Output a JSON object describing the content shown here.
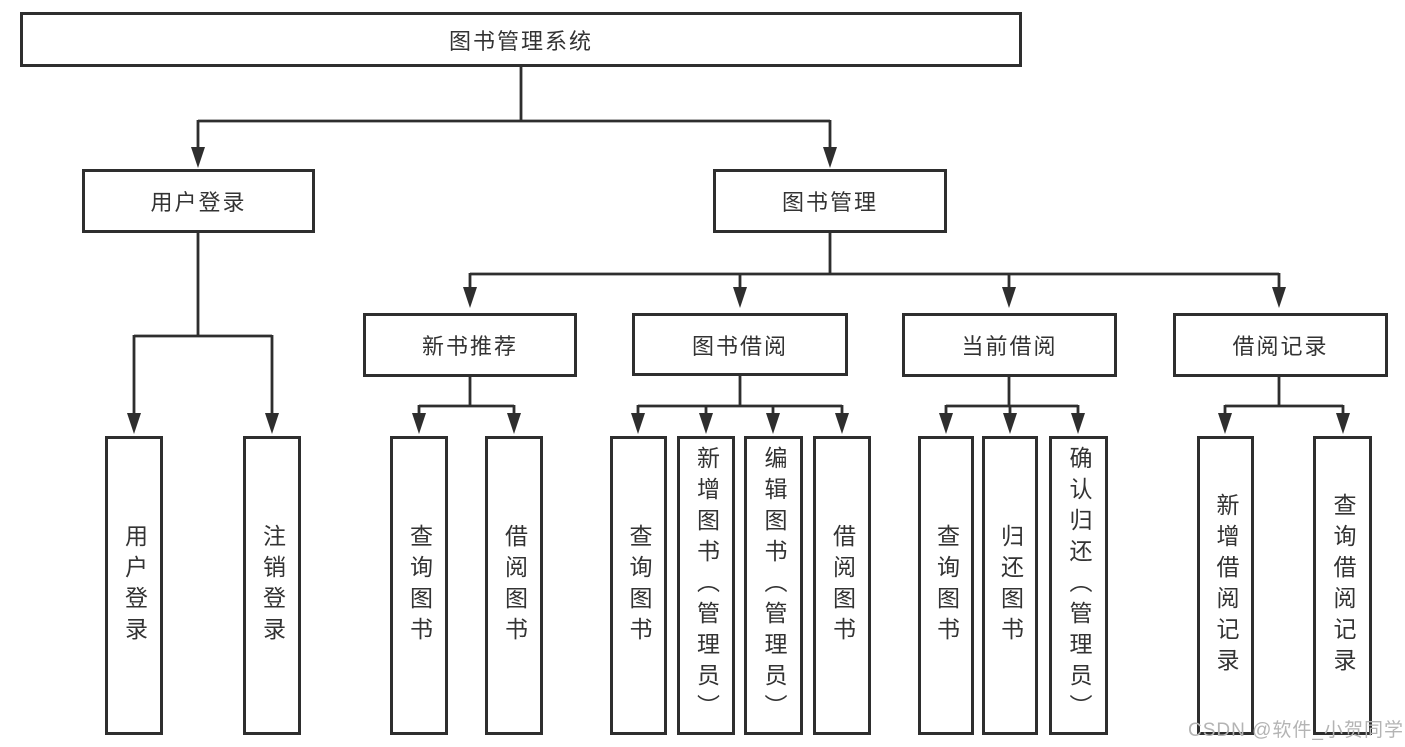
{
  "tree": {
    "root": {
      "label": "图书管理系统",
      "children": [
        {
          "label": "用户登录",
          "children": [
            {
              "label": "用户登录"
            },
            {
              "label": "注销登录"
            }
          ]
        },
        {
          "label": "图书管理",
          "children": [
            {
              "label": "新书推荐",
              "children": [
                {
                  "label": "查询图书"
                },
                {
                  "label": "借阅图书"
                }
              ]
            },
            {
              "label": "图书借阅",
              "children": [
                {
                  "label": "查询图书"
                },
                {
                  "label": "新增图书（管理员）"
                },
                {
                  "label": "编辑图书（管理员）"
                },
                {
                  "label": "借阅图书"
                }
              ]
            },
            {
              "label": "当前借阅",
              "children": [
                {
                  "label": "查询图书"
                },
                {
                  "label": "归还图书"
                },
                {
                  "label": "确认归还（管理员）"
                }
              ]
            },
            {
              "label": "借阅记录",
              "children": [
                {
                  "label": "新增借阅记录"
                },
                {
                  "label": "查询借阅记录"
                }
              ]
            }
          ]
        }
      ]
    }
  },
  "watermark": {
    "text": "CSDN @软件_小贺同学"
  },
  "colors": {
    "line": "#2e2e2e",
    "box_border": "#2e2e2e",
    "text": "#333333",
    "background": "#ffffff",
    "watermark": "#b4b4b4"
  }
}
